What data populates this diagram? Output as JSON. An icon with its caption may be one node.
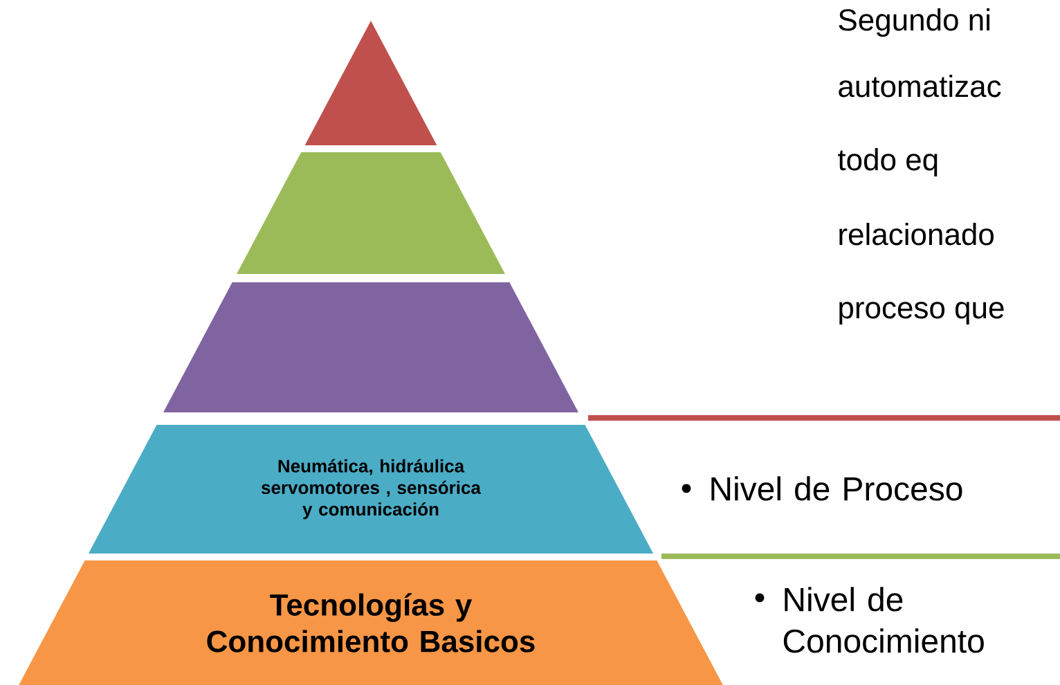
{
  "diagram": {
    "nodes": [
      {
        "text": [],
        "shape": "triangle"
      },
      {
        "text": [],
        "shape": "trapezoid"
      },
      {
        "text": [],
        "shape": "trapezoid"
      },
      {
        "text": [
          "Neumática, hidráulica servomotores , sensórica y comunicación"
        ],
        "beside": [
          "Nivel de Proceso"
        ]
      },
      {
        "text": [
          "Tecnologías y Conocimiento Basicos"
        ],
        "beside": [
          "Nivel de Conocimiento"
        ]
      }
    ],
    "labels": [
      "Segundo ni",
      "automatizac",
      "todo eq",
      "relacionado",
      "proceso que"
    ]
  }
}
